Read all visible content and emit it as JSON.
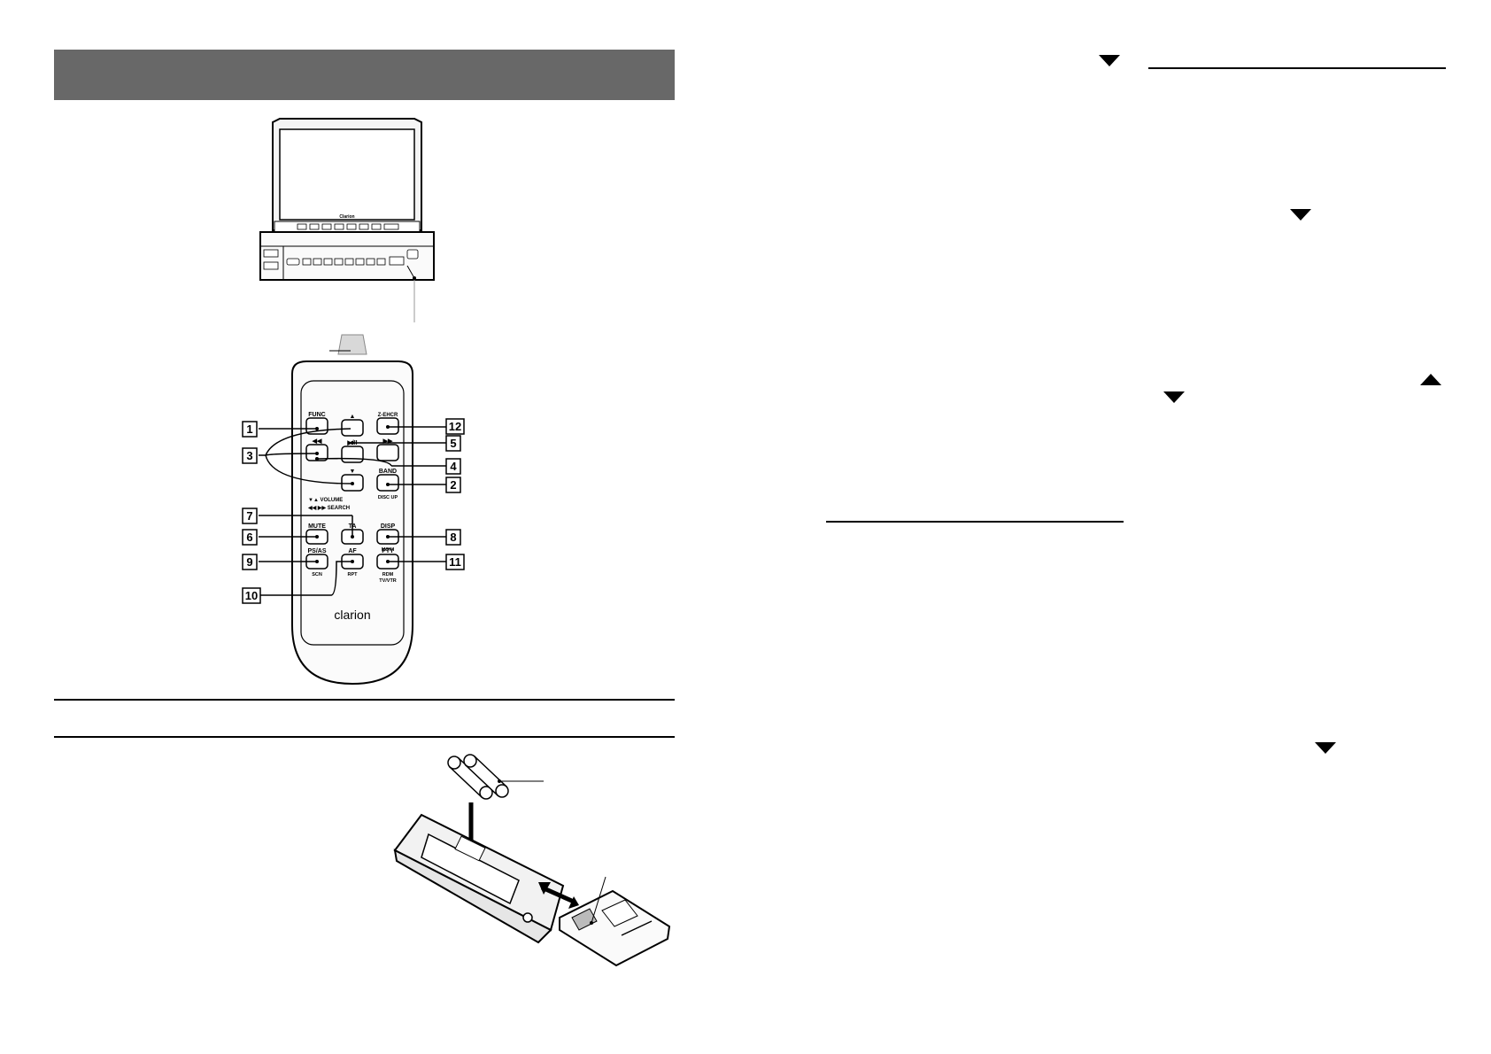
{
  "remote": {
    "callouts": [
      "1",
      "2",
      "3",
      "4",
      "5",
      "6",
      "7",
      "8",
      "9",
      "10",
      "11",
      "12"
    ],
    "buttons": {
      "func": "FUNC",
      "zenhcr": "Z-EHCR",
      "band": "BAND",
      "disc_up": "DISC UP",
      "mute": "MUTE",
      "ta": "TA",
      "disp": "DISP",
      "moni": "MONI",
      "ps_as": "PS/AS",
      "scn": "SCN",
      "af": "AF",
      "rpt": "RPT",
      "pty": "PTY",
      "rdm": "RDM",
      "tv_vtr": "TV/VTR",
      "play_pause": "▶/II",
      "up": "▲",
      "down": "▼",
      "rew": "◀◀",
      "ff": "▶▶"
    },
    "volume_label": "▼▲  VOLUME",
    "search_label": "◀◀ ▶▶  SEARCH",
    "brand": "clarion"
  },
  "head_unit": {
    "brand": "Clarion"
  },
  "colors": {
    "header_bar": "#686868",
    "ink": "#000000"
  }
}
